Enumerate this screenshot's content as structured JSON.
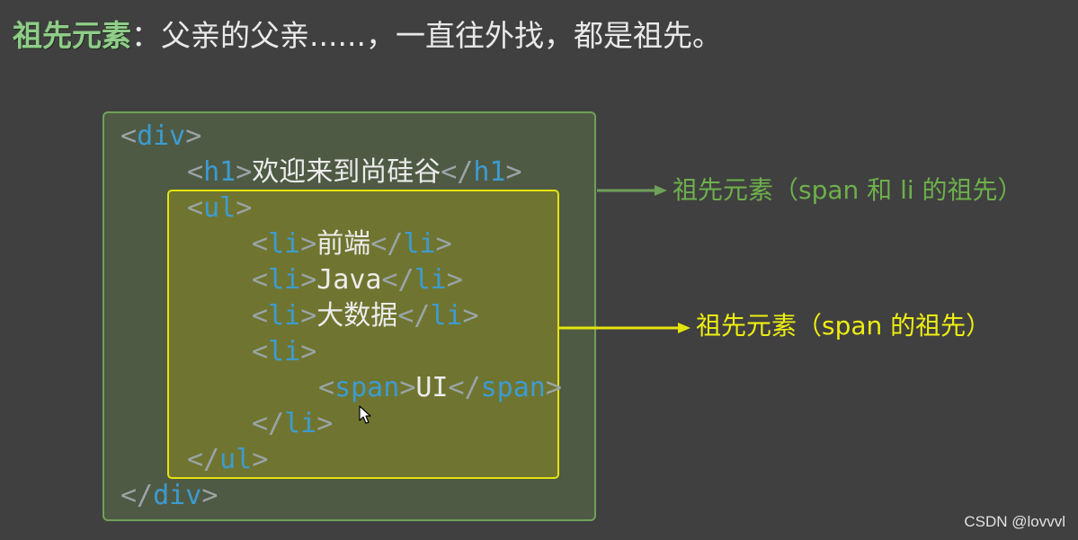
{
  "heading": {
    "term": "祖先元素",
    "rest": "：父亲的父亲......，一直往外找，都是祖先。"
  },
  "code": {
    "div_tag": "div",
    "h1_tag": "h1",
    "h1_text": "欢迎来到尚硅谷",
    "ul_tag": "ul",
    "li_tag": "li",
    "li_items": [
      "前端",
      "Java",
      "大数据"
    ],
    "span_tag": "span",
    "span_text": "UI"
  },
  "annotations": {
    "outer": "祖先元素（span 和 li 的祖先）",
    "inner": "祖先元素（span 的祖先）"
  },
  "colors": {
    "outer_accent": "#6fa15a",
    "inner_accent": "#e4e40e",
    "tag_name": "#3d9bd0"
  },
  "icons": {
    "arrow": "arrow-right-icon",
    "cursor": "mouse-pointer-icon"
  },
  "watermark": "CSDN @lovvvl"
}
